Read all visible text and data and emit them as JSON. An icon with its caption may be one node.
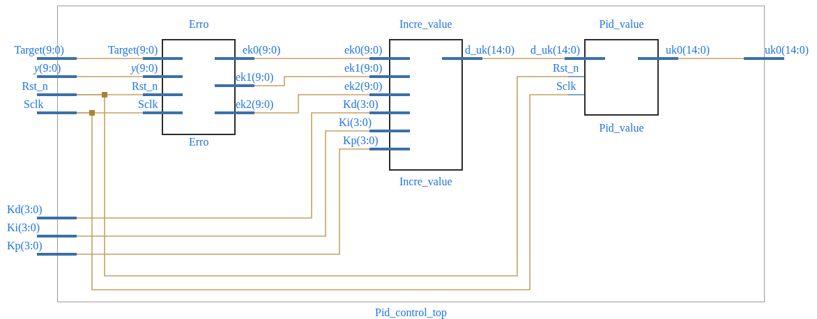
{
  "diagram": {
    "nodes": [
      {
        "text": [
          "Pid_control_top"
        ]
      },
      {
        "text": [
          "Erro",
          "Erro"
        ],
        "in": 0
      },
      {
        "text": [
          "Target(9:0)"
        ],
        "in": 0
      },
      {
        "text": [
          "*y*(9:0)"
        ],
        "in": 0
      },
      {
        "text": [
          "Rst_n"
        ],
        "in": 0
      },
      {
        "text": [
          "Sclk"
        ],
        "in": 0
      },
      {
        "text": [
          "ek0(9:0)"
        ],
        "in": 0
      },
      {
        "text": [
          "ek1(9:0)"
        ],
        "in": 0
      },
      {
        "text": [
          "ek2(9:0)"
        ],
        "in": 0
      },
      {
        "text": [
          "Incre_value",
          "Incre_value"
        ],
        "in": 0
      },
      {
        "text": [
          "ek0(9:0)"
        ],
        "in": 0
      },
      {
        "text": [
          "ek1(9:0)"
        ],
        "in": 0
      },
      {
        "text": [
          "ek2(9:0)"
        ],
        "in": 0
      },
      {
        "text": [
          "Kd(3:0)"
        ],
        "in": 0
      },
      {
        "text": [
          "Ki(3:0)"
        ],
        "in": 0
      },
      {
        "text": [
          "Kp(3:0)"
        ],
        "in": 0
      },
      {
        "text": [
          "d_uk(14:0)"
        ],
        "in": 0
      },
      {
        "text": [
          "Pid_value",
          "Pid_value"
        ],
        "in": 0
      },
      {
        "text": [
          "d_uk(14:0)"
        ],
        "in": 0
      },
      {
        "text": [
          "Rst_n"
        ],
        "in": 0
      },
      {
        "text": [
          "Sclk"
        ],
        "in": 0
      },
      {
        "text": [
          "uk0(14:0)"
        ],
        "in": 0
      },
      {
        "text": [
          "Target(9:0)"
        ]
      },
      {
        "text": [
          "*y*(9:0)"
        ]
      },
      {
        "text": [
          "Rst_n"
        ]
      },
      {
        "text": [
          "Sclk"
        ]
      },
      {
        "text": [
          "Kd(3:0)"
        ]
      },
      {
        "text": [
          "Ki(3:0)"
        ]
      },
      {
        "text": [
          "Kp(3:0)"
        ]
      },
      {
        "text": [
          "uk0(14:0)"
        ]
      }
    ],
    "edges": [
      {
        "from": 22,
        "to": 2,
        "arrow": "none"
      },
      {
        "from": 23,
        "to": 3,
        "arrow": "none"
      },
      {
        "from": 24,
        "to": 4,
        "arrow": "none"
      },
      {
        "from": 24,
        "to": 19,
        "arrow": "none"
      },
      {
        "from": 25,
        "to": 5,
        "arrow": "none"
      },
      {
        "from": 25,
        "to": 20,
        "arrow": "none"
      },
      {
        "from": 6,
        "to": 10,
        "arrow": "none"
      },
      {
        "from": 7,
        "to": 11,
        "arrow": "none"
      },
      {
        "from": 8,
        "to": 12,
        "arrow": "none"
      },
      {
        "from": 26,
        "to": 13,
        "arrow": "none"
      },
      {
        "from": 27,
        "to": 14,
        "arrow": "none"
      },
      {
        "from": 28,
        "to": 15,
        "arrow": "none"
      },
      {
        "from": 16,
        "to": 18,
        "arrow": "none"
      },
      {
        "from": 21,
        "to": 29,
        "arrow": "none"
      }
    ]
  }
}
